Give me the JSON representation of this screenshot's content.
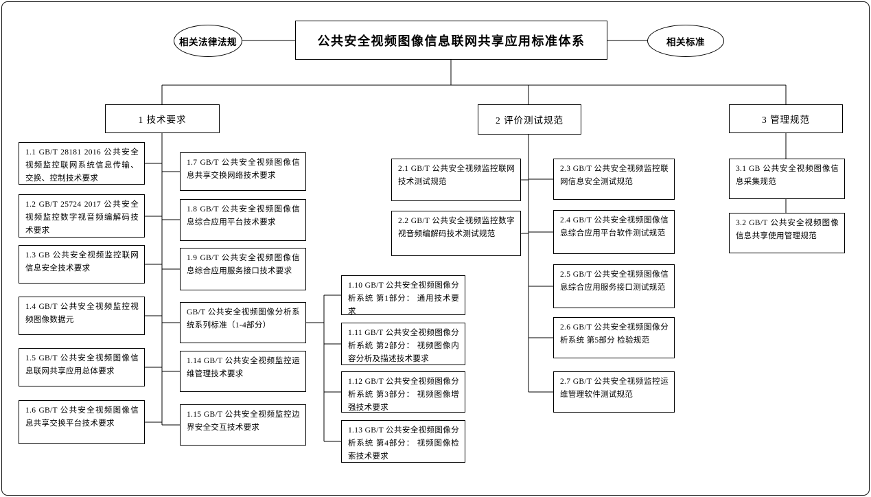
{
  "page": {
    "root_title": "公共安全视频图像信息联网共享应用标准体系",
    "related_laws": "相关法律法规",
    "related_standards": "相关标准"
  },
  "branch1": {
    "label": "1 技术要求",
    "left": [
      "1.1 GB/T 28181 2016 公共安全视频监控联网系统信息传输、交换、控制技术要求",
      "1.2 GB/T 25724 2017 公共安全视频监控数字视音频编解码技术要求",
      "1.3 GB 公共安全视频监控联网信息安全技术要求",
      "1.4 GB/T 公共安全视频监控视频图像数据元",
      "1.5 GB/T 公共安全视频图像信息联网共享应用总体要求",
      "1.6 GB/T 公共安全视频图像信息共享交换平台技术要求"
    ],
    "right": [
      "1.7 GB/T 公共安全视频图像信息共享交换网络技术要求",
      "1.8 GB/T 公共安全视频图像信息综合应用平台技术要求",
      "1.9 GB/T 公共安全视频图像信息综合应用服务接口技术要求",
      "GB/T 公共安全视频图像分析系统系列标准（1-4部分）",
      "1.14 GB/T 公共安全视频监控运维管理技术要求",
      "1.15 GB/T 公共安全视频监控边界安全交互技术要求"
    ],
    "sub": [
      "1.10 GB/T 公共安全视频图像分析系统 第1部分： 通用技术要求",
      "1.11 GB/T 公共安全视频图像分析系统 第2部分： 视频图像内容分析及描述技术要求",
      "1.12 GB/T 公共安全视频图像分析系统 第3部分： 视频图像增强技术要求",
      "1.13 GB/T 公共安全视频图像分析系统 第4部分： 视频图像检索技术要求"
    ]
  },
  "branch2": {
    "label": "2 评价测试规范",
    "left": [
      "2.1 GB/T 公共安全视频监控联网技术测试规范",
      "2.2 GB/T 公共安全视频监控数字视音频编解码技术测试规范"
    ],
    "right": [
      "2.3 GB/T 公共安全视频监控联网信息安全测试规范",
      "2.4 GB/T 公共安全视频图像信息综合应用平台软件测试规范",
      "2.5 GB/T 公共安全视频图像信息综合应用服务接口测试规范",
      "2.6 GB/T 公共安全视频图像分析系统 第5部分 检验规范",
      "2.7 GB/T 公共安全视频监控运维管理软件测试规范"
    ]
  },
  "branch3": {
    "label": "3 管理规范",
    "items": [
      "3.1 GB 公共安全视频图像信息采集规范",
      "3.2 GB/T 公共安全视频图像信息共享使用管理规范"
    ]
  }
}
